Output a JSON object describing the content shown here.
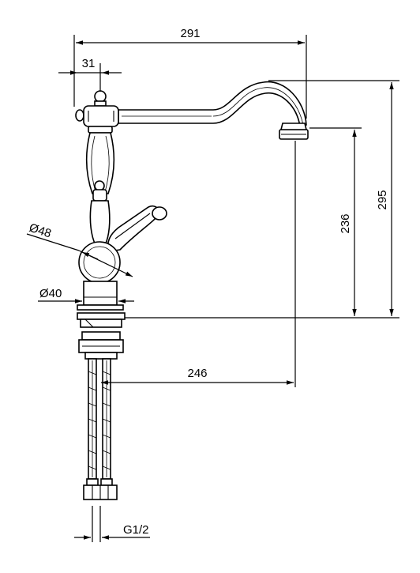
{
  "dimensions": {
    "overall_width": "291",
    "handle_offset": "31",
    "body_diameter": "48",
    "base_diameter": "40",
    "spout_clearance": "236",
    "overall_height": "295",
    "spout_reach": "246",
    "thread": "G1/2"
  },
  "diameter_symbol": "Ø"
}
